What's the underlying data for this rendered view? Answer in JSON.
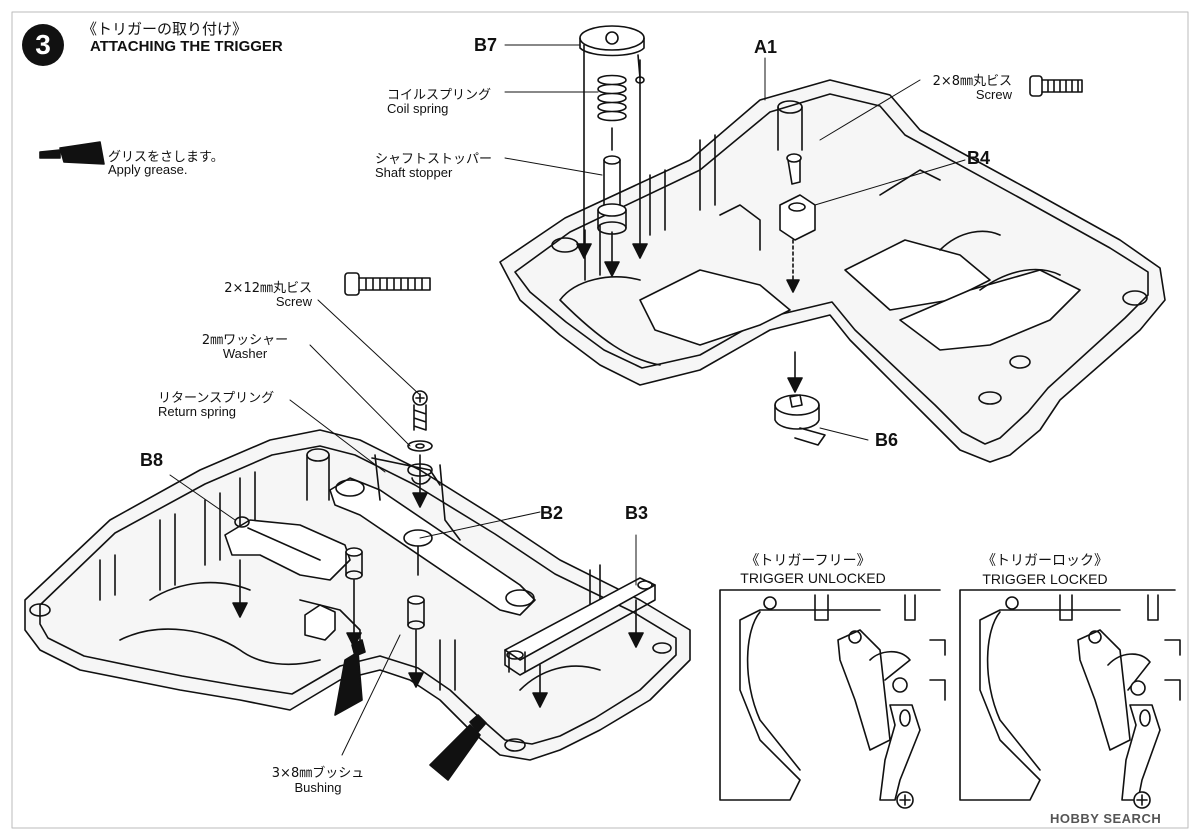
{
  "step": {
    "number": "3",
    "title_jp": "《トリガーの取り付け》",
    "title_en": "ATTACHING THE TRIGGER"
  },
  "grease_note": {
    "jp": "グリスをさします。",
    "en": "Apply grease."
  },
  "parts": {
    "b7": "B7",
    "a1": "A1",
    "b4": "B4",
    "b6": "B6",
    "b8": "B8",
    "b2": "B2",
    "b3": "B3"
  },
  "callouts": {
    "coil_spring": {
      "jp": "コイルスプリング",
      "en": "Coil spring"
    },
    "shaft_stopper": {
      "jp": "シャフトストッパー",
      "en": "Shaft stopper"
    },
    "screw_2x8": {
      "jp": "2×8㎜丸ビス",
      "en": "Screw"
    },
    "screw_2x12": {
      "jp": "2×12㎜丸ビス",
      "en": "Screw"
    },
    "washer": {
      "jp": "2㎜ワッシャー",
      "en": "Washer"
    },
    "return_spring": {
      "jp": "リターンスプリング",
      "en": "Return spring"
    },
    "bushing": {
      "jp": "3×8㎜ブッシュ",
      "en": "Bushing"
    }
  },
  "insets": {
    "unlocked": {
      "jp": "《トリガーフリー》",
      "en": "TRIGGER UNLOCKED"
    },
    "locked": {
      "jp": "《トリガーロック》",
      "en": "TRIGGER LOCKED"
    }
  },
  "watermark": "HOBBY SEARCH"
}
